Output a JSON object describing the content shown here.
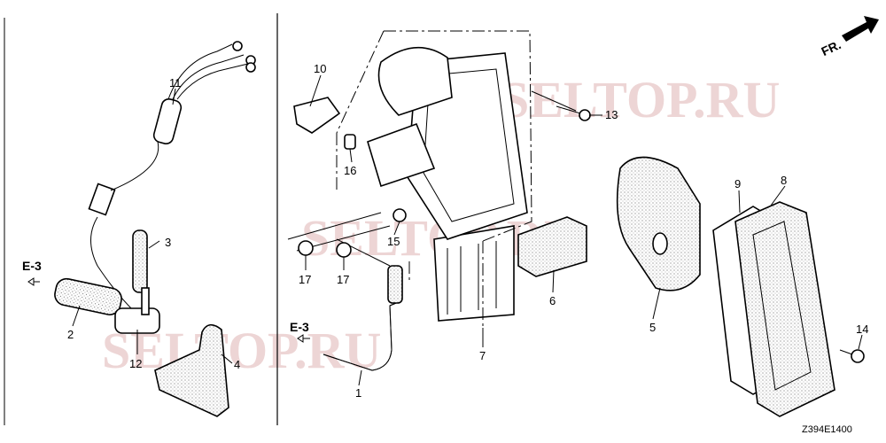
{
  "diagram": {
    "code": "Z394E1400",
    "direction_label": "FR.",
    "watermark": "SELTOP.RU",
    "refs": {
      "left": "E-3",
      "center": "E-3"
    },
    "parts": [
      {
        "id": "p1",
        "num": "1"
      },
      {
        "id": "p2",
        "num": "2"
      },
      {
        "id": "p3",
        "num": "3"
      },
      {
        "id": "p4",
        "num": "4"
      },
      {
        "id": "p5",
        "num": "5"
      },
      {
        "id": "p6",
        "num": "6"
      },
      {
        "id": "p7",
        "num": "7"
      },
      {
        "id": "p8",
        "num": "8"
      },
      {
        "id": "p9",
        "num": "9"
      },
      {
        "id": "p10",
        "num": "10"
      },
      {
        "id": "p11",
        "num": "11"
      },
      {
        "id": "p12",
        "num": "12"
      },
      {
        "id": "p13",
        "num": "13"
      },
      {
        "id": "p14",
        "num": "14"
      },
      {
        "id": "p15",
        "num": "15"
      },
      {
        "id": "p16",
        "num": "16"
      },
      {
        "id": "p17a",
        "num": "17"
      },
      {
        "id": "p17b",
        "num": "17"
      }
    ]
  }
}
